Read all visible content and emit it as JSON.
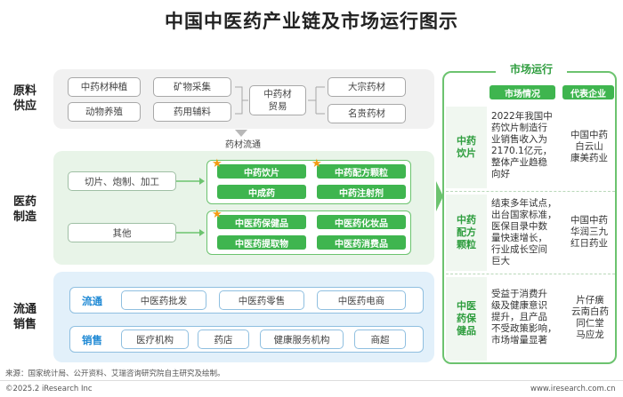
{
  "title": "中国中医药产业链及市场运行图示",
  "rows": {
    "raw_label": [
      "原料",
      "供应"
    ],
    "mfg_label": [
      "医药",
      "制造"
    ],
    "dist_label": [
      "流通",
      "销售"
    ]
  },
  "raw": {
    "items": [
      "中药材种植",
      "矿物采集",
      "动物养殖",
      "药用辅料"
    ],
    "trade": [
      "中药材",
      "贸易"
    ],
    "right_items": [
      "大宗药材",
      "名贵药材"
    ],
    "flow_label": "药材流通"
  },
  "mfg": {
    "process": "切片、炮制、加工",
    "other": "其他",
    "group1": [
      "中药饮片",
      "中药配方颗粒",
      "中成药",
      "中药注射剂"
    ],
    "group2": [
      "中医药保健品",
      "中医药化妆品",
      "中医药提取物",
      "中医药消费品"
    ]
  },
  "dist": {
    "circulation_label": "流通",
    "circulation": [
      "中医药批发",
      "中医药零售",
      "中医药电商"
    ],
    "sales_label": "销售",
    "sales": [
      "医疗机构",
      "药店",
      "健康服务机构",
      "商超"
    ]
  },
  "market": {
    "title": "市场运行",
    "head_situation": "市场情况",
    "head_company": "代表企业",
    "rows": [
      {
        "category": [
          "中药",
          "饮片"
        ],
        "text": [
          "2022年我国中",
          "药饮片制造行",
          "业销售收入为",
          "2170.1亿元，",
          "整体产业趋稳",
          "向好"
        ],
        "companies": [
          "中国中药",
          "白云山",
          "康美药业"
        ]
      },
      {
        "category": [
          "中药",
          "配方",
          "颗粒"
        ],
        "text": [
          "结束多年试点，",
          "出台国家标准，",
          "医保目录中数",
          "量快速增长，",
          "行业成长空间",
          "巨大"
        ],
        "companies": [
          "中国中药",
          "华润三九",
          "红日药业"
        ]
      },
      {
        "category": [
          "中医",
          "药保",
          "健品"
        ],
        "text": [
          "受益于消费升",
          "级及健康意识",
          "提升，且产品",
          "不受政策影响，",
          "市场增量显著"
        ],
        "companies": [
          "片仔癀",
          "云南白药",
          "同仁堂",
          "马应龙"
        ]
      }
    ]
  },
  "footer": {
    "source": "来源：国家统计局、公开资料、艾瑞咨询研究院自主研究及绘制。",
    "copyright": "©2025.2 iResearch Inc",
    "website": "www.iresearch.com.cn"
  },
  "colors": {
    "accent_green": "#3fb54f",
    "accent_blue": "#1d88d4",
    "star": "#f39c12"
  }
}
